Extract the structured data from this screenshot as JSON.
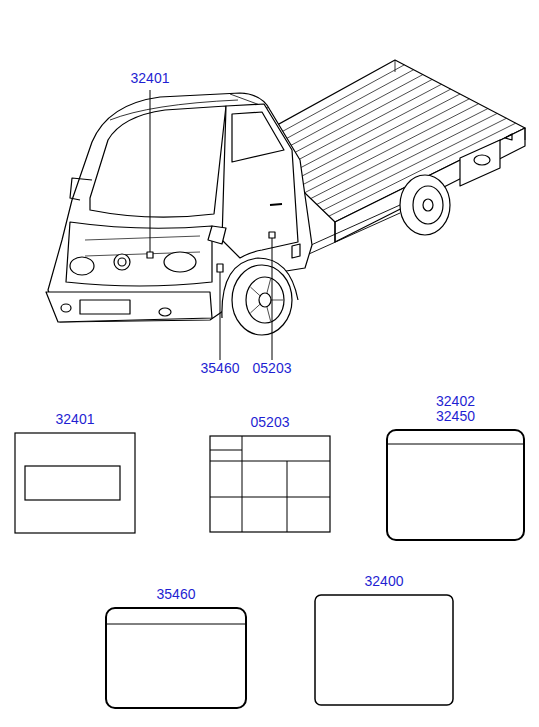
{
  "diagram": {
    "nodes": [
      {
        "text": [
          "32401"
        ]
      },
      {
        "text": [
          "05203"
        ]
      },
      {
        "text": [
          "32402",
          "32450"
        ]
      },
      {
        "text": [
          "35460"
        ]
      },
      {
        "text": [
          "32400"
        ]
      }
    ],
    "labels": [
      "32401",
      "35460",
      "05203"
    ]
  }
}
